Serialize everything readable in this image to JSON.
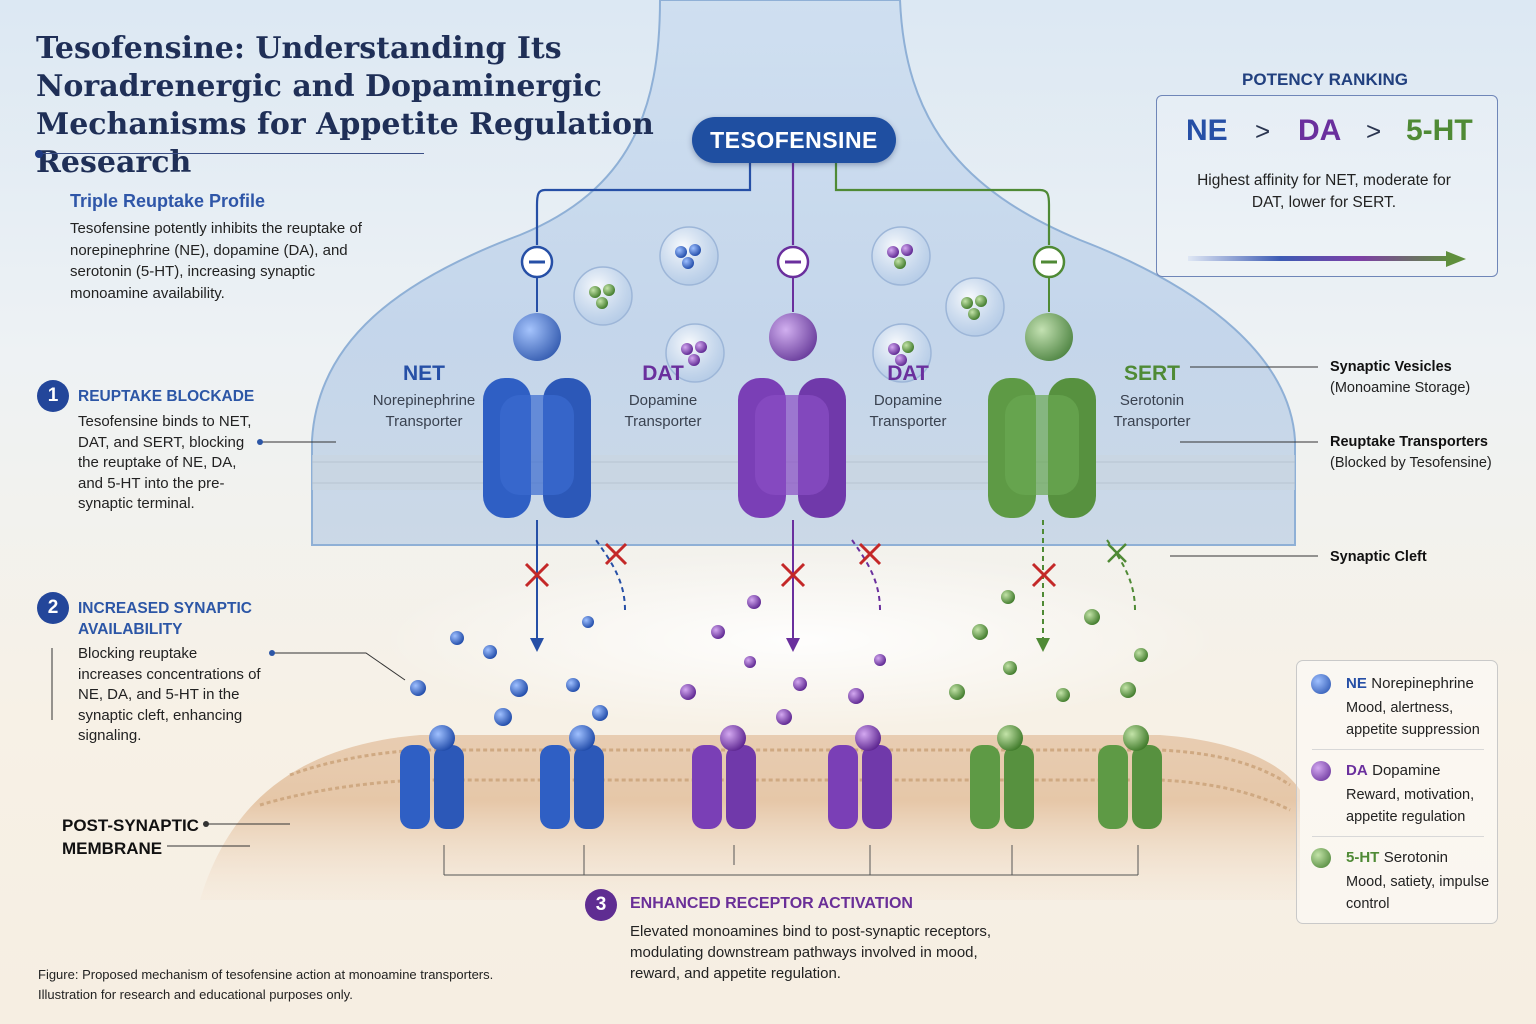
{
  "title": "Tesofensine: Understanding Its Noradrenergic and Dopaminergic Mechanisms for Appetite Regulation Research",
  "profile": {
    "heading": "Triple Reuptake Profile",
    "text": "Tesofensine potently inhibits the reuptake of norepinephrine (NE), dopamine (DA), and serotonin (5-HT), increasing synaptic monoamine availability."
  },
  "step1": {
    "num": "1",
    "heading": "REUPTAKE BLOCKADE",
    "text": "Tesofensine binds to NET, DAT, and SERT, blocking the reuptake of NE, DA, and 5-HT into the pre-synaptic terminal."
  },
  "step2": {
    "num": "2",
    "heading": "INCREASED SYNAPTIC AVAILABILITY",
    "text": "Blocking reuptake increases concentrations of NE, DA, and 5-HT in the synaptic cleft, enhancing signaling."
  },
  "step3": {
    "num": "3",
    "heading": "ENHANCED RECEPTOR ACTIVATION",
    "text": "Elevated monoamines bind to post-synaptic receptors, modulating downstream pathways involved in mood, reward, and appetite regulation."
  },
  "drug_label": "TESOFENSINE",
  "transporters": [
    {
      "abbr": "NET",
      "name": "Norepinephrine Transporter",
      "color": "#2e5fbf"
    },
    {
      "abbr": "DAT",
      "name": "Dopamine Transporter",
      "color": "#7a3fb0"
    },
    {
      "abbr": "DAT",
      "name": "Dopamine Transporter",
      "color": "#7a3fb0"
    },
    {
      "abbr": "SERT",
      "name": "Serotonin Transporter",
      "color": "#4e8a3a"
    }
  ],
  "potency": {
    "heading": "POTENCY RANKING",
    "ranking": [
      "NE",
      "DA",
      "5-HT"
    ],
    "separator": ">",
    "text": "Highest affinity for NET, moderate for DAT, lower for SERT.",
    "colors": [
      "#264fa6",
      "#6a2f9d",
      "#4f8a35"
    ]
  },
  "side_labels": {
    "vesicles": {
      "bold": "Synaptic Vesicles",
      "sub": "(Monoamine Storage)"
    },
    "transporters": {
      "bold": "Reuptake Transporters",
      "sub": "(Blocked by Tesofensine)"
    },
    "cleft": {
      "bold": "Synaptic Cleft",
      "sub": ""
    }
  },
  "legend": [
    {
      "abbr": "NE",
      "name": "Norepinephrine",
      "text": "Mood, alertness, appetite suppression",
      "color": "#2e5fbf"
    },
    {
      "abbr": "DA",
      "name": "Dopamine",
      "text": "Reward, motivation, appetite regulation",
      "color": "#7a3fb0"
    },
    {
      "abbr": "5-HT",
      "name": "Serotonin",
      "text": "Mood, satiety, impulse control",
      "color": "#5a9440"
    }
  ],
  "post_synaptic_label": "POST-SYNAPTIC MEMBRANE",
  "caption": "Figure: Proposed mechanism of tesofensine action at monoamine transporters. Illustration for research and educational purposes only."
}
